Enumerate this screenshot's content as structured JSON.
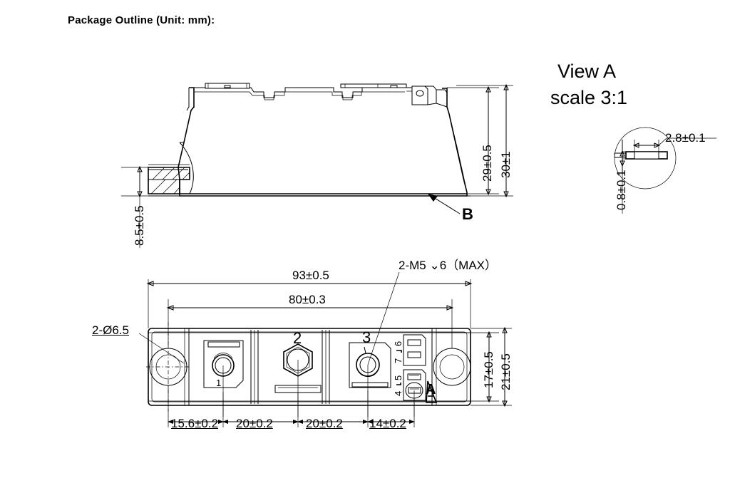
{
  "title": "Package Outline (Unit: mm):",
  "view_a": {
    "name": "View A",
    "scale": "scale 3:1",
    "width_dim": "2.8±0.1",
    "thickness_dim": "0.8±0.1"
  },
  "side_view": {
    "height_inner": "29±0.5",
    "height_outer": "30±1",
    "base_thickness": "8.5±0.5",
    "detail_marker": "B"
  },
  "bottom_view": {
    "overall_length": "93±0.5",
    "mount_span": "80±0.3",
    "thread_note": "2-M5 ⌄6（MAX）",
    "hole_note": "2-Ø6.5",
    "height_inner": "17±0.5",
    "height_outer": "21±0.5",
    "detail_marker": "A",
    "pitch_dims": [
      "15.6±0.2",
      "20±0.2",
      "20±0.2",
      "14±0.2"
    ],
    "terminal_labels": [
      "1",
      "2",
      "3"
    ],
    "pin_labels": [
      "6",
      "7",
      "5",
      "4"
    ]
  }
}
